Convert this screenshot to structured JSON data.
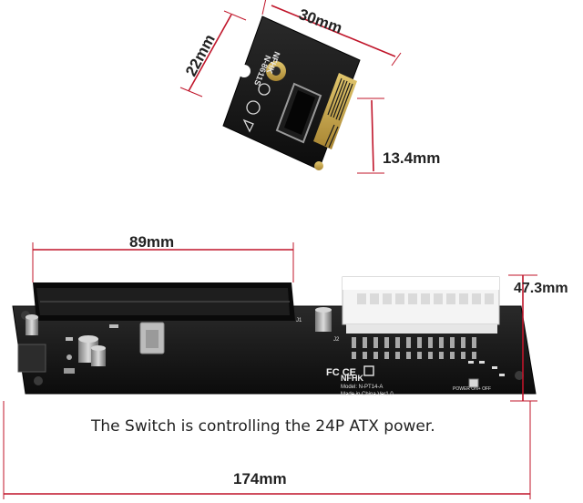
{
  "dims": {
    "top_width": "30mm",
    "top_height": "22mm",
    "top_connector": "13.4mm",
    "slot_length": "89mm",
    "board_height": "47.3mm",
    "board_length": "174mm"
  },
  "caption": "The Switch is controlling the 24P ATX power.",
  "board_marks": {
    "brand": "NFHK",
    "model": "Model: N-PT14-A",
    "origin": "Made in China Ver1.0",
    "small_brand": "NFHK",
    "small_code": "N-8611S",
    "power_label": "POWER ON+ OFF",
    "j1": "J1",
    "j2": "J2"
  },
  "colors": {
    "pcb": "#141414",
    "dimension_line": "#c0152a",
    "atx_connector": "#f4f4f4",
    "gold": "#c8a544"
  }
}
